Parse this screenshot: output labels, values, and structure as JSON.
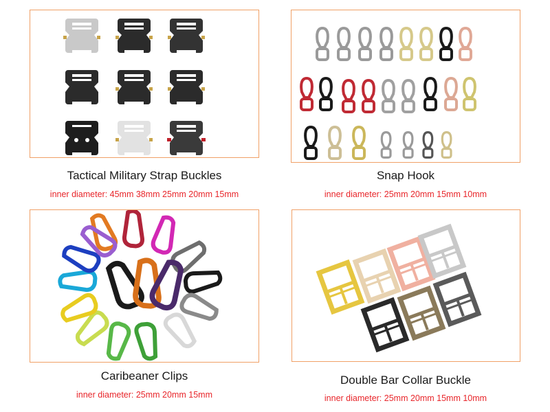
{
  "colors": {
    "border": "#f0a066",
    "title": "#1a1a1a",
    "spec": "#e8252a"
  },
  "products": [
    {
      "title": "Tactical Military Strap Buckles",
      "spec": "inner diameter:  45mm 38mm 25mm  20mm 15mm",
      "image": "tactical-buckles-grid",
      "items": [
        "silver",
        "black",
        "black",
        "black",
        "black",
        "black",
        "black",
        "silver",
        "black-red"
      ]
    },
    {
      "title": "Snap Hook",
      "spec": "inner diameter:  25mm 20mm  15mm 10mm",
      "image": "snap-hooks-rows",
      "items": [
        "silver",
        "silver",
        "silver",
        "silver",
        "gold",
        "gold",
        "black",
        "rose-gold",
        "red",
        "black",
        "red",
        "red",
        "silver",
        "silver",
        "black",
        "rose-gold",
        "gold",
        "black",
        "gold",
        "gold",
        "silver",
        "silver",
        "gunmetal",
        "gold"
      ]
    },
    {
      "title": "Caribeaner Clips",
      "spec": "inner diameter:  25mm 20mm 15mm",
      "image": "carabiner-clips-circle",
      "items": [
        "orange",
        "red",
        "magenta",
        "gray",
        "black",
        "gray",
        "white",
        "green",
        "green",
        "lime",
        "yellow",
        "cyan",
        "blue",
        "purple",
        "black",
        "orange",
        "purple"
      ]
    },
    {
      "title": "Double Bar Collar Buckle",
      "spec": "inner diameter:  25mm 20mm 15mm 10mm",
      "image": "collar-buckles",
      "items": [
        "gold",
        "champagne",
        "rose-gold",
        "silver",
        "black",
        "bronze",
        "gunmetal"
      ]
    }
  ]
}
